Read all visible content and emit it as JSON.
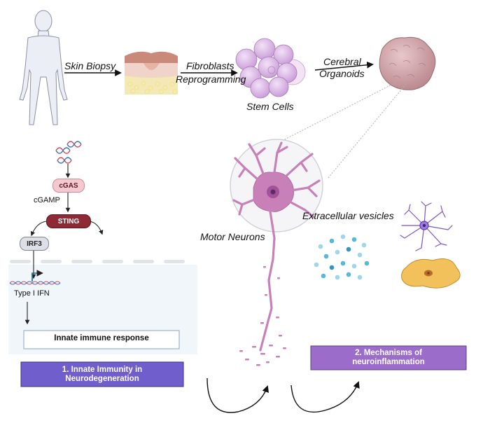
{
  "pipeline": {
    "skin_biopsy": "Skin Biopsy",
    "fibroblasts": "Fibroblasts",
    "reprogramming": "Reprogramming",
    "stem_cells": "Stem Cells",
    "cerebral": "Cerebral",
    "organoids": "Organoids"
  },
  "pathway": {
    "cgas": "cGAS",
    "cgamp": "cGAMP",
    "sting": "STING",
    "irf3": "IRF3",
    "type_ifn": "Type I IFN",
    "innate_response": "Innate immune response"
  },
  "labels": {
    "motor_neurons": "Motor Neurons",
    "extracellular_vesicles": "Extracellular vesicles"
  },
  "boxes": {
    "innate_line1": "1.  Innate Immunity in",
    "innate_line2": "Neurodegeneration",
    "mech_line1": "2.  Mechanisms of",
    "mech_line2": "neuroinflammation"
  },
  "colors": {
    "box_purple": "#6f5ecb",
    "box_violet": "#9b6cc9",
    "sting_red": "#8e2a36",
    "cgas_pink": "#f3c9cf",
    "irf3_gray": "#dcdfe6",
    "neuron_pink": "#c880b8",
    "stem_lavender": "#d9b4e6",
    "organoid_rose": "#c79ba0",
    "vesicle_blue": "#55b9dd",
    "microglia_purple": "#7d55c9",
    "astro_orange": "#f2c15c"
  },
  "icons": [
    "human-body-icon",
    "skin-tissue-icon",
    "stem-cell-cluster-icon",
    "organoid-icon",
    "dna-icon",
    "motor-neuron-icon",
    "vesicles-icon",
    "microglia-icon",
    "astrocyte-icon"
  ]
}
